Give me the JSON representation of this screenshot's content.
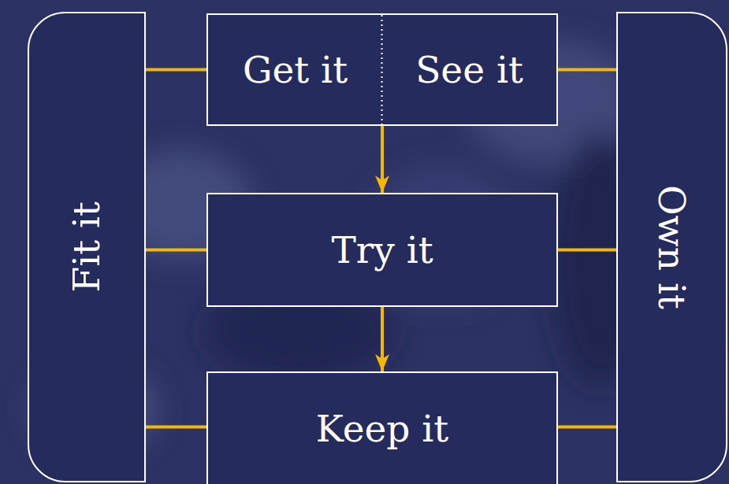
{
  "diagram": {
    "nodes": [
      {
        "text": [
          "Fit it"
        ]
      },
      {
        "text": [
          "Get it",
          "See it"
        ]
      },
      {
        "text": [
          "Try it"
        ]
      },
      {
        "text": [
          "Keep it"
        ]
      },
      {
        "text": [
          "Own it"
        ]
      }
    ],
    "edges": [
      {
        "from": 0,
        "to": 1,
        "arrow": "none"
      },
      {
        "from": 0,
        "to": 2,
        "arrow": "none"
      },
      {
        "from": 0,
        "to": 3,
        "arrow": "none"
      },
      {
        "from": 1,
        "to": 4,
        "arrow": "none"
      },
      {
        "from": 2,
        "to": 4,
        "arrow": "none"
      },
      {
        "from": 3,
        "to": 4,
        "arrow": "none"
      },
      {
        "from": 1,
        "to": 2,
        "arrow": "to"
      },
      {
        "from": 2,
        "to": 3,
        "arrow": "to"
      }
    ]
  }
}
